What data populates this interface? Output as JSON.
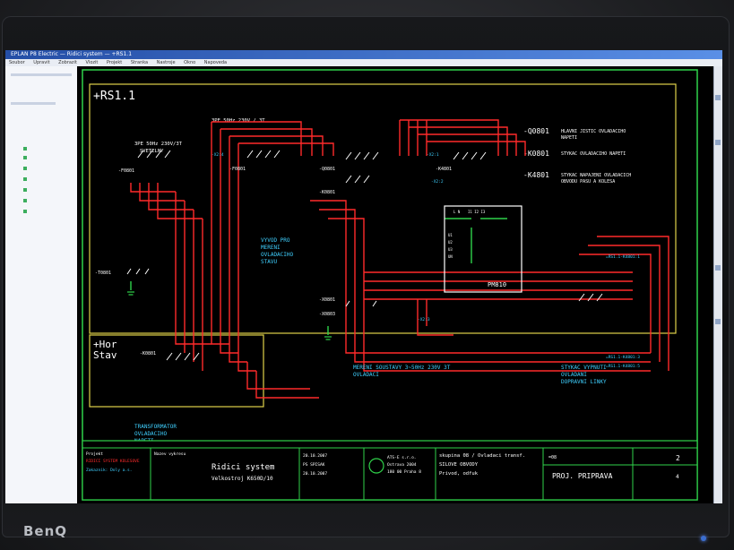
{
  "window": {
    "title": "EPLAN P8 Electric — Ridici system — +RS1.1",
    "menu": [
      "Soubor",
      "Upravit",
      "Zobrazit",
      "Vlozit",
      "Projekt",
      "Stranka",
      "Nastroje",
      "Okno",
      "Napoveda"
    ]
  },
  "monitor": {
    "brand": "BenQ"
  },
  "schematic": {
    "location": "+RS1.1",
    "location2_line1": "+Hor",
    "location2_line2": "Stav",
    "supply_a_line1": "3PE 50Hz 230V/3T",
    "supply_a_line2": "SVETELNY",
    "supply_b": "3PE 50Hz 230V / 3T",
    "legend": [
      {
        "tag": "-Q0801",
        "line1": "HLAVNI JISTIC OVLADACIHO",
        "line2": "NAPETI"
      },
      {
        "tag": "-K0801",
        "line1": "STYKAC OVLADACIHO NAPETI",
        "line2": ""
      },
      {
        "tag": "-K4801",
        "line1": "STYKAC NAPAJENI OVLADACICH",
        "line2": "OBVODU PASU A KOLESA"
      }
    ],
    "note_vyvod": [
      "VYVOD PRO",
      "MERENI",
      "OVLADACIHO",
      "STAVU"
    ],
    "note_mereni": [
      "MERENI SOUSTAVY 3~50Hz 230V 3T",
      "OVLADACI"
    ],
    "note_stykac": [
      "STYKAC VYPNUTI",
      "OVLADANI",
      "DOPRAVNI LINKY"
    ],
    "note_transf": [
      "TRANSFORMATOR",
      "OVLADACIHO",
      "NAPETI"
    ],
    "device_box": "PM810",
    "refs": [
      "-F0801",
      "-F0801",
      "-Q0801",
      "-K0801",
      "-K4801",
      "-T0801",
      "-X0801",
      "-X0803",
      "-K0801"
    ],
    "small_labels": [
      "-X2:4",
      "-X2:1",
      "-X2:2",
      "-X2:3",
      "=RS1.1-K4801:1",
      "=RS1.1-K4801:3",
      "=RS1.1-K4801:5"
    ]
  },
  "title_block": {
    "company_left": [
      "Projekt",
      "RIDICI SYSTEM KOLESOVE",
      "Zakaznik: Doly a.s."
    ],
    "drawing_label": "Nazev vykresu",
    "main_title": "Ridici system",
    "sub_title": "Velkostroj K650D/10",
    "dates": [
      "20.10.2007",
      "PS SPISAK",
      "20.10.2007"
    ],
    "company": [
      "ATS-E s.r.o.",
      "Ostrava 2004",
      "180 00 Praha 8"
    ],
    "subject": [
      "skupina 08 / Ovladaci transf.",
      "SILOVE OBVODY",
      "Privod, odfuk"
    ],
    "sheet_code": "=08",
    "sheet_num": "2",
    "status": "PROJ. PRIPRAVA",
    "total": "4"
  }
}
